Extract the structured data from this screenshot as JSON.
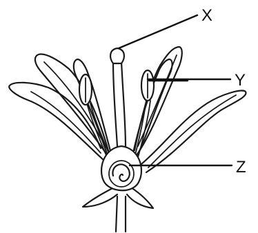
{
  "labels": {
    "x": "X",
    "y": "Y",
    "z": "Z"
  }
}
